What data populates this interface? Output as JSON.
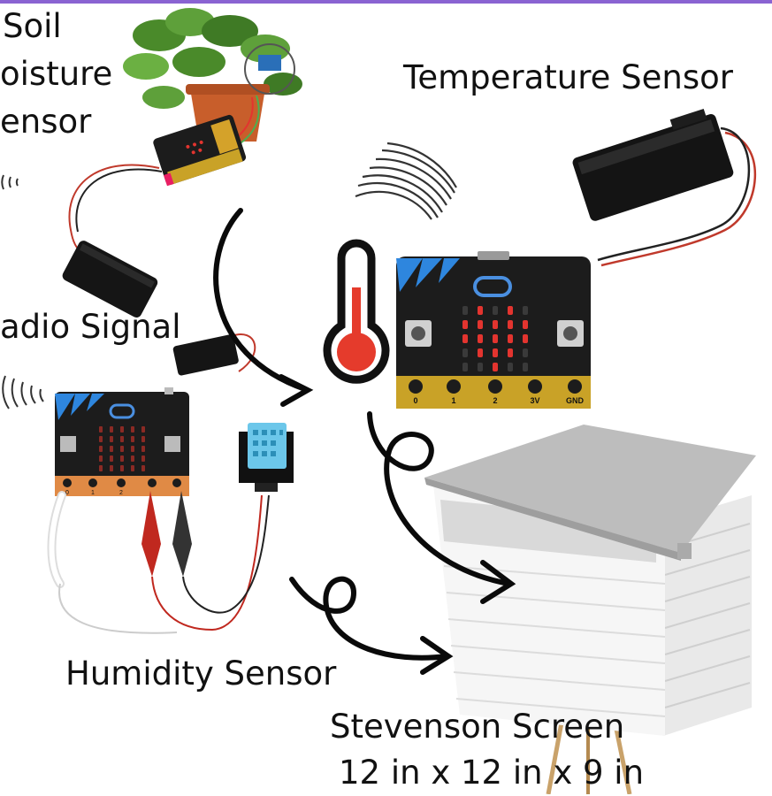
{
  "labels": {
    "soil_moisture": [
      "Soil",
      "oisture",
      "ensor"
    ],
    "temperature": "Temperature Sensor",
    "radio": "adio Signal",
    "humidity": "Humidity Sensor",
    "stevenson": [
      "Stevenson Screen",
      "12 in x 12 in x 9 in"
    ]
  },
  "microbit_pins_large": [
    "0",
    "1",
    "2",
    "3V",
    "GND"
  ],
  "microbit_pins_small": [
    "0",
    "1",
    "2"
  ],
  "colors": {
    "accent_bar": "#8a63d2",
    "board": "#1c1c1c",
    "edge_gold": "#c9a227",
    "led_red": "#e3342f",
    "thermometer_red": "#e53b2c"
  },
  "icons": [
    "thermometer-icon",
    "radio-wave-icon",
    "curved-arrow-icon",
    "loop-arrow-icon"
  ]
}
